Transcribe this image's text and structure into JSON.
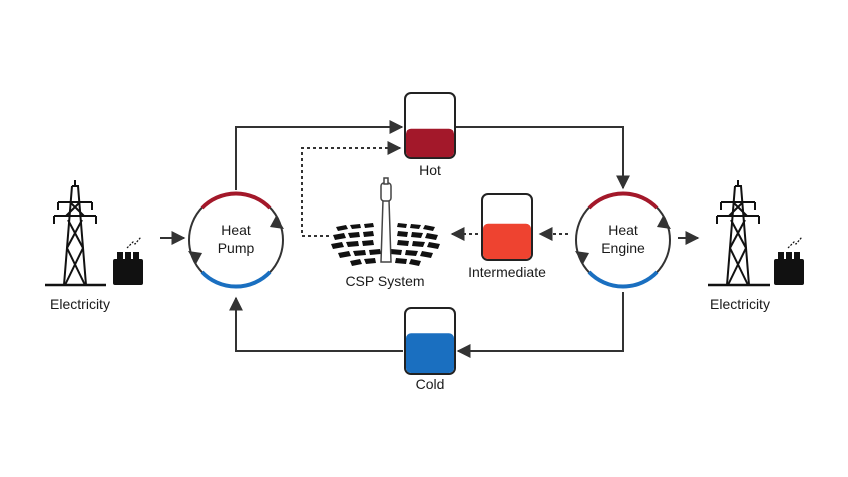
{
  "labels": {
    "hot": "Hot",
    "cold": "Cold",
    "intermediate": "Intermediate",
    "csp": "CSP System",
    "heat_pump_line1": "Heat",
    "heat_pump_line2": "Pump",
    "heat_engine_line1": "Heat",
    "heat_engine_line2": "Engine",
    "electricity_left": "Electricity",
    "electricity_right": "Electricity"
  },
  "colors": {
    "hot": "#a3182a",
    "cold": "#1a6fc0",
    "intermediate": "#ee4330",
    "line": "#333333",
    "dark": "#111111"
  },
  "tank_levels": {
    "hot": 0.45,
    "intermediate": 0.55,
    "cold": 0.62
  }
}
